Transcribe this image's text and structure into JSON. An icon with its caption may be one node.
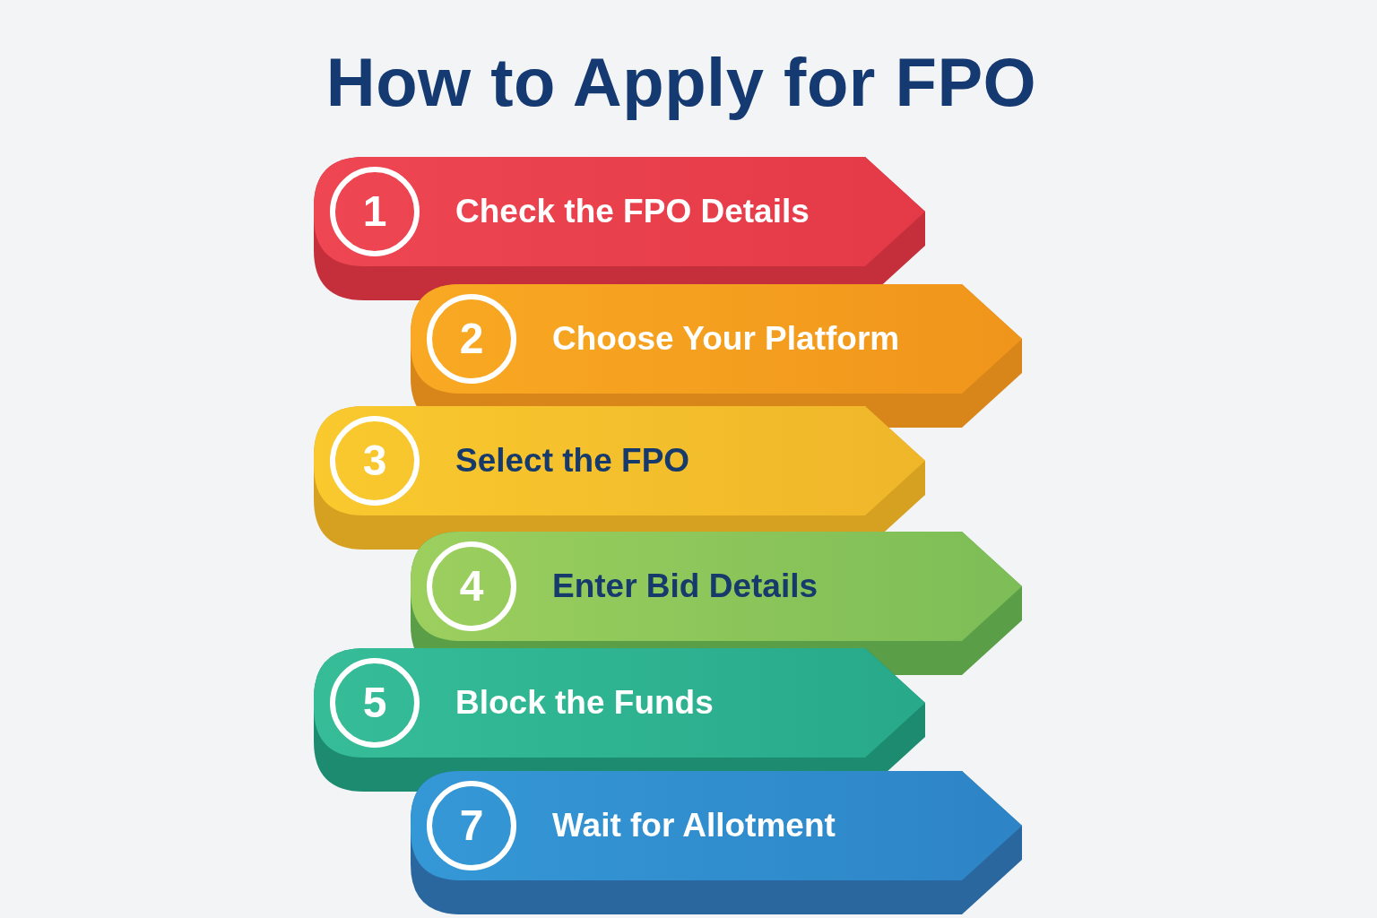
{
  "diagram": {
    "title": "How to Apply for FPO",
    "nodes": [
      {
        "text": [
          "Check the FPO Details"
        ]
      },
      {
        "text": [
          "1"
        ],
        "in": 0
      },
      {
        "text": [
          "Choose Your Platform"
        ]
      },
      {
        "text": [
          "2"
        ],
        "in": 2
      },
      {
        "text": [
          "Select the FPO"
        ]
      },
      {
        "text": [
          "3"
        ],
        "in": 4
      },
      {
        "text": [
          "Enter Bid Details"
        ]
      },
      {
        "text": [
          "4"
        ],
        "in": 6
      },
      {
        "text": [
          "Block the Funds"
        ]
      },
      {
        "text": [
          "5"
        ],
        "in": 8
      },
      {
        "text": [
          "Wait for Allotment"
        ]
      },
      {
        "text": [
          "7"
        ],
        "in": 10
      }
    ]
  }
}
